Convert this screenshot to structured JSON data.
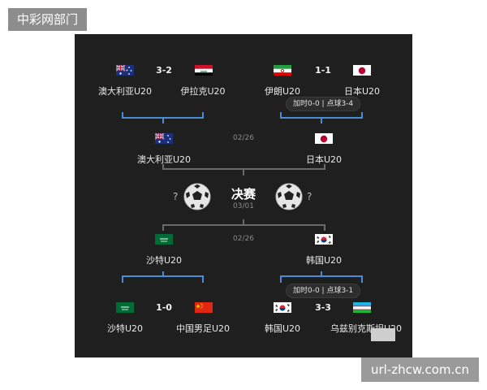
{
  "watermarks": {
    "top": "中彩网部门",
    "bottom": "url-zhcw.com.cn"
  },
  "semis_top": {
    "left": {
      "team_a": "澳大利亚U20",
      "team_b": "伊拉克U20",
      "score": "3-2"
    },
    "right": {
      "team_a": "伊朗U20",
      "team_b": "日本U20",
      "score": "1-1",
      "note": "加时0-0 | 点球3-4"
    }
  },
  "final_top": {
    "date": "02/26",
    "team_left": "澳大利亚U20",
    "team_right": "日本U20"
  },
  "final": {
    "title": "决赛",
    "date": "03/01",
    "unknown_left": "?",
    "unknown_right": "?"
  },
  "final_bottom": {
    "date": "02/26",
    "team_left": "沙特U20",
    "team_right": "韩国U20"
  },
  "semis_bottom": {
    "left": {
      "team_a": "沙特U20",
      "team_b": "中国男足U20",
      "score": "1-0"
    },
    "right": {
      "team_a": "韩国U20",
      "team_b": "乌兹别克斯坦U20",
      "score": "3-3",
      "note": "加时0-0 | 点球3-1"
    }
  },
  "icons": [
    "australia-flag-icon",
    "iraq-flag-icon",
    "iran-flag-icon",
    "japan-flag-icon",
    "saudi-flag-icon",
    "korea-flag-icon",
    "china-flag-icon",
    "uzbekistan-flag-icon",
    "soccer-ball-icon"
  ]
}
